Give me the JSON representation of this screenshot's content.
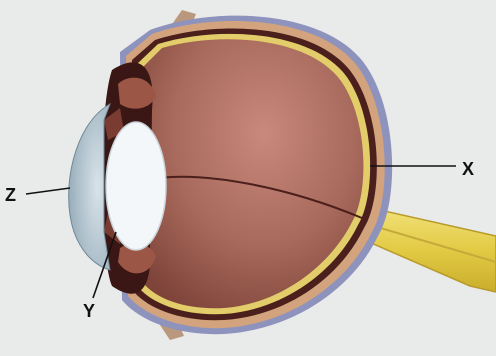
{
  "labels": {
    "x": "X",
    "y": "Y",
    "z": "Z"
  },
  "colors": {
    "background": "#e9eaea",
    "sclera_shadow": "#8e93bd",
    "vitreous": "#a86a5c",
    "retina": "#e2cd6a",
    "choroid": "#4b1f1b",
    "optic_nerve": "#e8d45a",
    "cornea": "#9fb6c2",
    "lens": "#f4f7f9",
    "iris": "#7a3b30",
    "line": "#111111"
  },
  "structures": [
    "cornea",
    "lens",
    "iris",
    "ciliary-body",
    "vitreous-body",
    "retina",
    "choroid",
    "sclera",
    "optic-nerve",
    "muscle-tendon"
  ]
}
